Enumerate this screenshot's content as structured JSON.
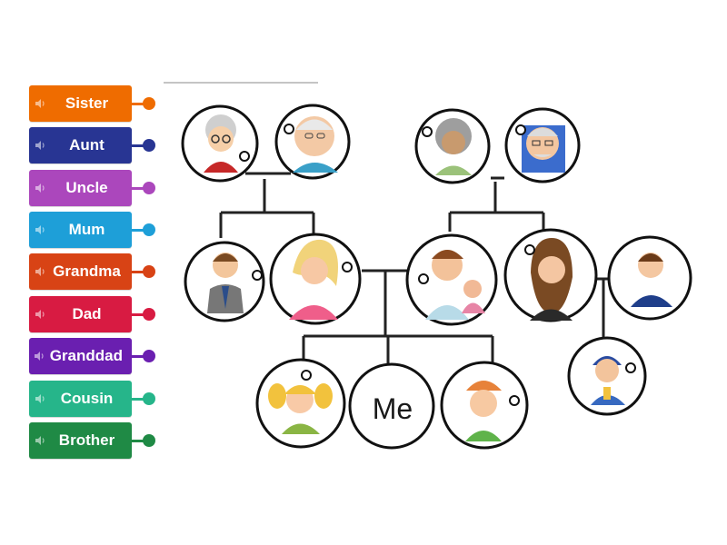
{
  "tiles": [
    {
      "label": "Sister",
      "color": "#ef6c00"
    },
    {
      "label": "Aunt",
      "color": "#283593"
    },
    {
      "label": "Uncle",
      "color": "#ab47bc"
    },
    {
      "label": "Mum",
      "color": "#1e9fd8"
    },
    {
      "label": "Grandma",
      "color": "#d84315"
    },
    {
      "label": "Dad",
      "color": "#d81b42"
    },
    {
      "label": "Granddad",
      "color": "#6a1fb0"
    },
    {
      "label": "Cousin",
      "color": "#26b58a"
    },
    {
      "label": "Brother",
      "color": "#1f8a45"
    }
  ],
  "tree": {
    "me_label": "Me"
  }
}
